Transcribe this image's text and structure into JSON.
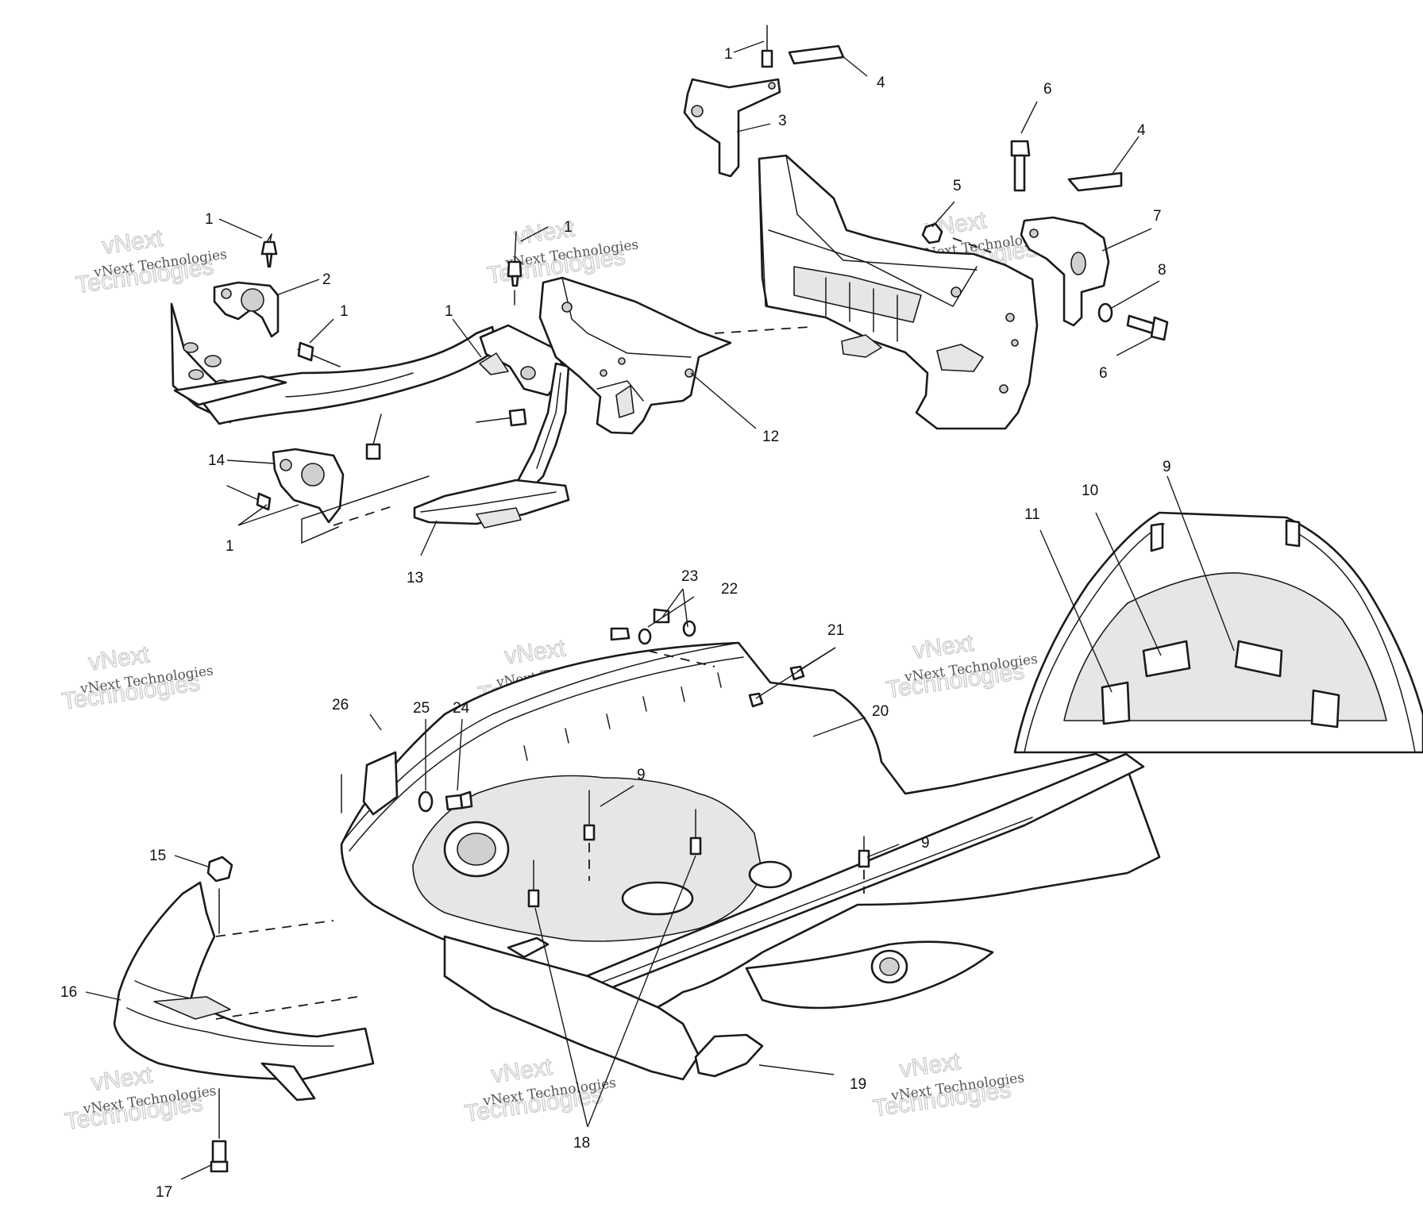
{
  "callouts": {
    "c1a": "1",
    "c1b": "1",
    "c1c": "1",
    "c1d": "1",
    "c1e": "1",
    "c1f": "1",
    "c2": "2",
    "c3": "3",
    "c4a": "4",
    "c4b": "4",
    "c5": "5",
    "c6a": "6",
    "c6b": "6",
    "c7": "7",
    "c8": "8",
    "c9a": "9",
    "c9b": "9",
    "c9c": "9",
    "c10": "10",
    "c11": "11",
    "c12": "12",
    "c13": "13",
    "c14": "14",
    "c15": "15",
    "c16": "16",
    "c17": "17",
    "c18": "18",
    "c19": "19",
    "c20": "20",
    "c21": "21",
    "c22": "22",
    "c23": "23",
    "c24": "24",
    "c25": "25",
    "c26": "26"
  },
  "watermark": {
    "brand": "vNext Technologies",
    "big_line1": "vNext",
    "big_line2": "Technologies"
  },
  "colors": {
    "line": "#1a1a1a",
    "background": "#ffffff",
    "watermark": "#c8c8c8"
  }
}
